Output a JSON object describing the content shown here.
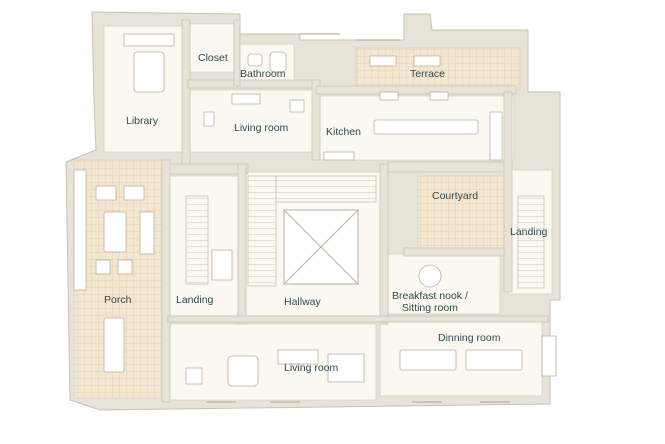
{
  "plan": {
    "colors": {
      "background": "#ffffff",
      "wall": "#e7e3d8",
      "wall_edge": "#c9c2b2",
      "floor": "#fbf8f1",
      "tile_floor": "#f4e7d2",
      "tile_line": "#e2c9a4",
      "label": "#2d4a52",
      "furniture": "#ffffff",
      "furniture_edge": "#b9b2a2"
    },
    "rooms": [
      {
        "id": "closet",
        "label": "Closet"
      },
      {
        "id": "bathroom",
        "label": "Bathroom"
      },
      {
        "id": "terrace",
        "label": "Terrace"
      },
      {
        "id": "library",
        "label": "Library"
      },
      {
        "id": "living-room-upper",
        "label": "Living room"
      },
      {
        "id": "kitchen",
        "label": "Kitchen"
      },
      {
        "id": "courtyard",
        "label": "Courtyard"
      },
      {
        "id": "landing-right",
        "label": "Landing"
      },
      {
        "id": "breakfast-nook",
        "label": "Breakfast nook /\nSitting room"
      },
      {
        "id": "porch",
        "label": "Porch"
      },
      {
        "id": "landing-left",
        "label": "Landing"
      },
      {
        "id": "hallway",
        "label": "Hallway"
      },
      {
        "id": "dinning-room",
        "label": "Dinning room"
      },
      {
        "id": "living-room-lower",
        "label": "Living room"
      }
    ]
  }
}
